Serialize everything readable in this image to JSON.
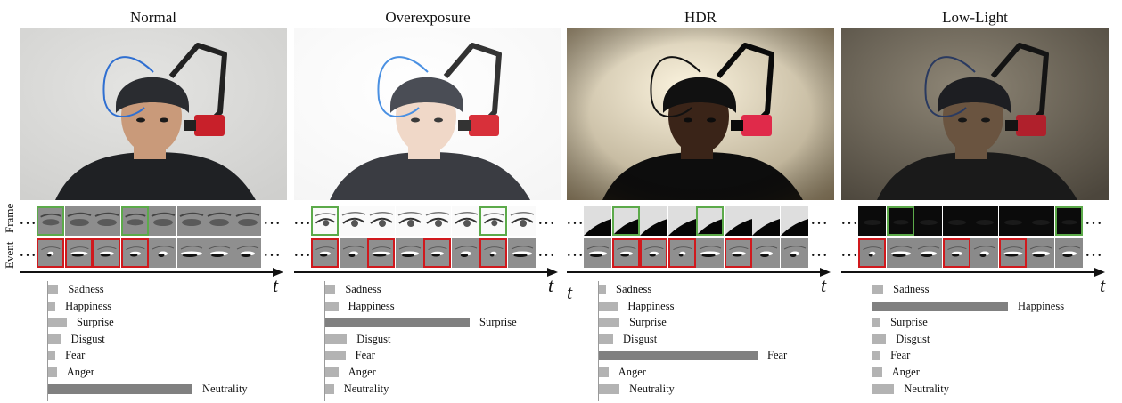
{
  "row_labels": {
    "frame": "Frame",
    "event": "Event"
  },
  "time_symbol": "t",
  "ellipsis": "…",
  "colors": {
    "bar_dominant": "#808080",
    "bar_minor": "#b3b3b3",
    "highlight_frame": "#5caa4a",
    "highlight_event": "#d0191d"
  },
  "panels": [
    {
      "title": "Normal",
      "photo_style": "normal",
      "frame_highlights": [
        0,
        3
      ],
      "event_highlights": [
        0,
        1,
        2,
        3
      ],
      "emotions": [
        {
          "label": "Sadness",
          "value": 0.07
        },
        {
          "label": "Happiness",
          "value": 0.05
        },
        {
          "label": "Surprise",
          "value": 0.13
        },
        {
          "label": "Disgust",
          "value": 0.09
        },
        {
          "label": "Fear",
          "value": 0.05
        },
        {
          "label": "Anger",
          "value": 0.06
        },
        {
          "label": "Neutrality",
          "value": 1.0
        }
      ]
    },
    {
      "title": "Overexposure",
      "photo_style": "overexposure",
      "frame_highlights": [
        0,
        6
      ],
      "event_highlights": [
        0,
        2,
        4,
        6
      ],
      "emotions": [
        {
          "label": "Sadness",
          "value": 0.07
        },
        {
          "label": "Happiness",
          "value": 0.09
        },
        {
          "label": "Surprise",
          "value": 1.0
        },
        {
          "label": "Disgust",
          "value": 0.15
        },
        {
          "label": "Fear",
          "value": 0.14
        },
        {
          "label": "Anger",
          "value": 0.09
        },
        {
          "label": "Neutrality",
          "value": 0.06
        }
      ]
    },
    {
      "title": "HDR",
      "photo_style": "hdr",
      "frame_highlights": [
        1,
        4
      ],
      "event_highlights": [
        1,
        2,
        3,
        5
      ],
      "emotions": [
        {
          "label": "Sadness",
          "value": 0.04
        },
        {
          "label": "Happiness",
          "value": 0.12
        },
        {
          "label": "Surprise",
          "value": 0.13
        },
        {
          "label": "Disgust",
          "value": 0.09
        },
        {
          "label": "Fear",
          "value": 1.0
        },
        {
          "label": "Anger",
          "value": 0.06
        },
        {
          "label": "Neutrality",
          "value": 0.13
        }
      ]
    },
    {
      "title": "Low-Light",
      "photo_style": "lowlight",
      "frame_highlights": [
        1,
        7
      ],
      "event_highlights": [
        0,
        3,
        5
      ],
      "emotions": [
        {
          "label": "Sadness",
          "value": 0.08
        },
        {
          "label": "Happiness",
          "value": 1.0
        },
        {
          "label": "Surprise",
          "value": 0.06
        },
        {
          "label": "Disgust",
          "value": 0.1
        },
        {
          "label": "Fear",
          "value": 0.06
        },
        {
          "label": "Anger",
          "value": 0.07
        },
        {
          "label": "Neutrality",
          "value": 0.16
        }
      ]
    }
  ]
}
